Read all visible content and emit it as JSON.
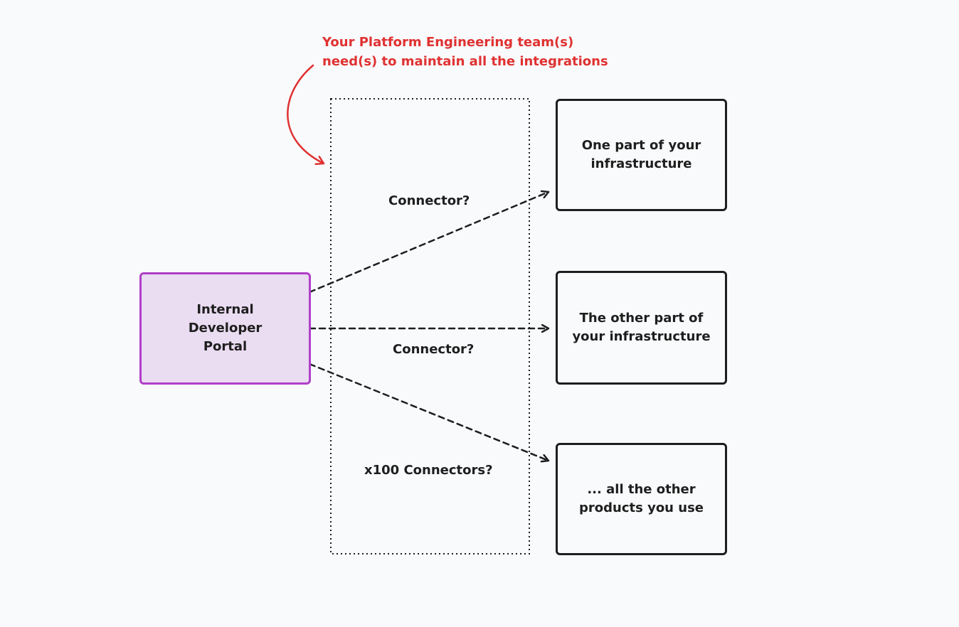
{
  "colors": {
    "background": "#f9fafc",
    "ink": "#1e1e1e",
    "portal_stroke": "#b03fc8",
    "portal_fill": "#eadcf1",
    "annotation": "#e03131"
  },
  "annotation": {
    "text": "Your Platform Engineering team(s)\nneed(s) to maintain all the integrations"
  },
  "portal": {
    "label": "Internal\nDeveloper\nPortal"
  },
  "connectors": [
    {
      "label": "Connector?"
    },
    {
      "label": "Connector?"
    },
    {
      "label": "x100 Connectors?"
    }
  ],
  "targets": [
    {
      "label": "One part of your\ninfrastructure"
    },
    {
      "label": "The other part of\nyour infrastructure"
    },
    {
      "label": "... all the other\nproducts you use"
    }
  ]
}
